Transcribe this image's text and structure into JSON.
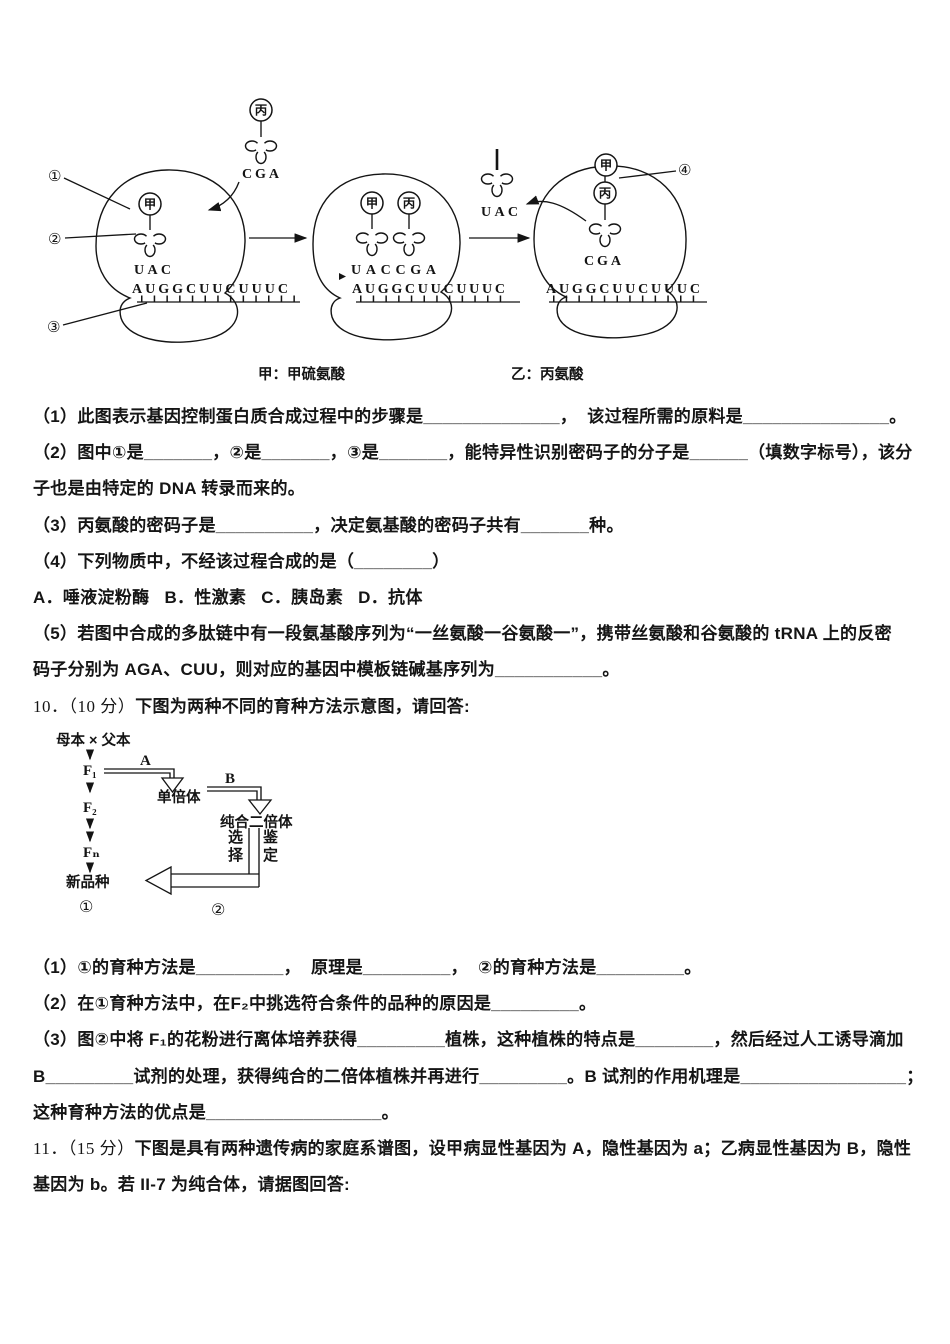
{
  "colors": {
    "ink": "#141414",
    "paper": "#ffffff"
  },
  "fig1": {
    "marker1": "①",
    "marker2": "②",
    "marker3": "③",
    "marker4": "④",
    "amino_jia": "甲",
    "amino_bing": "丙",
    "codon_cga": "CGA",
    "anticodon_uac": "UAC",
    "anticodon_pair": "UACCGA",
    "mrna_seq": "AUGGCUUCUUUC",
    "caption_left": "甲：甲硫氨酸",
    "caption_right": "乙：丙氨酸"
  },
  "q_protein": {
    "lines": [
      "（1）此图表示基因控制蛋白质合成过程中的步骤是______________，  该过程所需的原料是_______________。",
      "（2）图中①是_______，②是_______，③是_______，能特异性识别密码子的分子是______（填数字标号），该分",
      "子也是由特定的 DNA 转录而来的。",
      "（3）丙氨酸的密码子是__________，决定氨基酸的密码子共有_______种。",
      "（4）下列物质中，不经该过程合成的是（________）",
      "A．唾液淀粉酶   B．性激素   C．胰岛素   D．抗体",
      "（5）若图中合成的多肽链中有一段氨基酸序列为“一丝氨酸一谷氨酸一”，携带丝氨酸和谷氨酸的 tRNA 上的反密",
      "码子分别为 AGA、CUU，则对应的基因中模板链碱基序列为___________。"
    ]
  },
  "q10": {
    "num": "10．（10 分）",
    "text": "下图为两种不同的育种方法示意图，请回答:"
  },
  "fig2": {
    "parents": "母本 × 父本",
    "f1": "F₁",
    "f2": "F₂",
    "fn": "Fₙ",
    "label_a": "A",
    "label_b": "B",
    "haploid": "单倍体",
    "pure_diploid": "纯合二倍体",
    "select": "选择",
    "identify": "鉴定",
    "new_variety": "新品种",
    "marker1": "①",
    "marker2": "②"
  },
  "q_breeding": {
    "lines": [
      "（1）①的育种方法是_________，  原理是_________，  ②的育种方法是_________。",
      "（2）在①育种方法中，在F₂中挑选符合条件的品种的原因是_________。",
      "（3）图②中将 F₁的花粉进行离体培养获得_________植株，这种植株的特点是________，然后经过人工诱导滴加",
      "B_________试剂的处理，获得纯合的二倍体植株并再进行_________。B 试剂的作用机理是_________________；",
      "这种育种方法的优点是__________________。"
    ]
  },
  "q11": {
    "num": "11．（15 分）",
    "text": "下图是具有两种遗传病的家庭系谱图，设甲病显性基因为 A，隐性基因为 a；乙病显性基因为 B，隐性",
    "line2": "基因为 b。若 II-7 为纯合体，请据图回答:"
  }
}
